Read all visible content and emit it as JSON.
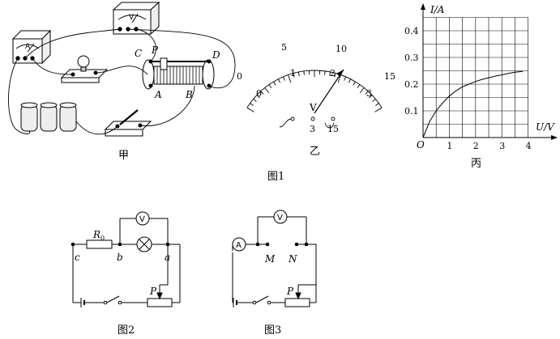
{
  "figure1": {
    "apparatus": {
      "caption": "甲",
      "ammeter_label": "A",
      "voltmeter_label": "V",
      "terminal_labels": {
        "C": "C",
        "P": "P",
        "D": "D",
        "A": "A",
        "B": "B"
      }
    },
    "meter": {
      "caption": "乙",
      "upper_scale": [
        "0",
        "5",
        "10",
        "15"
      ],
      "lower_scale": [
        "0",
        "1",
        "2",
        "3"
      ],
      "unit_label": "V",
      "terminals": [
        "3",
        "15"
      ]
    },
    "graph": {
      "caption": "丙",
      "origin": "O",
      "x_label": "U/V",
      "y_label": "I/A"
    },
    "title": "图1"
  },
  "figure2": {
    "title": "图2",
    "resistor_label": "R",
    "resistor_sub": "0",
    "voltmeter": "V",
    "points": {
      "c": "c",
      "b": "b",
      "a": "a",
      "p": "P"
    }
  },
  "figure3": {
    "title": "图3",
    "ammeter": "A",
    "voltmeter": "V",
    "points": {
      "m": "M",
      "n": "N",
      "p": "P"
    }
  },
  "chart_data": {
    "type": "line",
    "title": "",
    "xlabel": "U/V",
    "ylabel": "I/A",
    "x_ticks": [
      "1",
      "2",
      "3",
      "4"
    ],
    "y_ticks": [
      "0.1",
      "0.2",
      "0.3",
      "0.4"
    ],
    "xlim": [
      0,
      4
    ],
    "ylim": [
      0,
      0.45
    ],
    "grid": true,
    "series": [
      {
        "x": [
          0,
          0.25,
          0.5,
          0.75,
          1.0,
          1.25,
          1.5,
          1.75,
          2.0,
          2.25,
          2.5,
          2.75,
          3.0,
          3.25,
          3.5,
          3.8
        ],
        "y": [
          0,
          0.06,
          0.1,
          0.13,
          0.155,
          0.175,
          0.19,
          0.2,
          0.21,
          0.218,
          0.224,
          0.23,
          0.235,
          0.24,
          0.245,
          0.248
        ]
      }
    ]
  }
}
